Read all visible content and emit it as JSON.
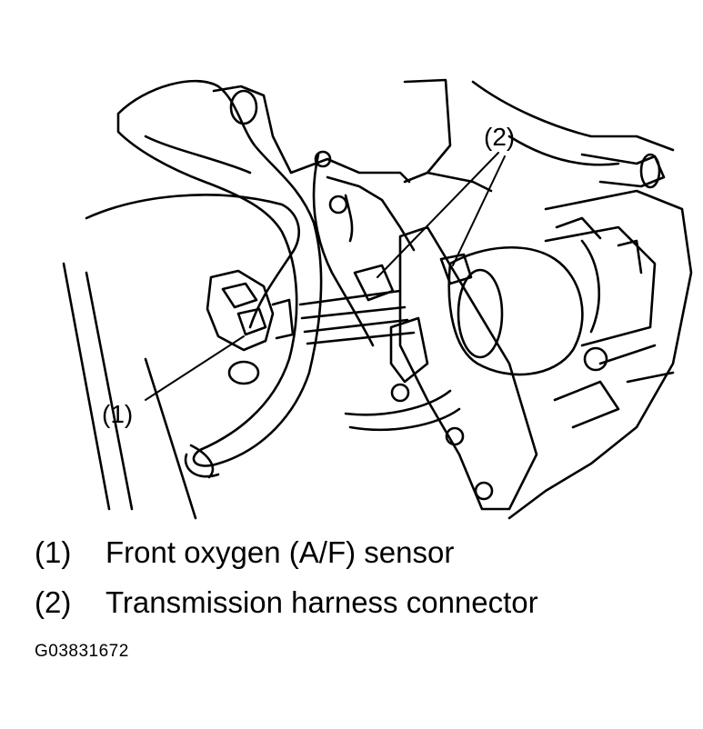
{
  "figure": {
    "callouts": [
      {
        "id": "1",
        "label": "(1)"
      },
      {
        "id": "2",
        "label": "(2)"
      }
    ]
  },
  "legend": [
    {
      "number": "(1)",
      "text": "Front oxygen (A/F) sensor"
    },
    {
      "number": "(2)",
      "text": "Transmission harness connector"
    }
  ],
  "figure_id": "G03831672",
  "colors": {
    "line": "#000000",
    "background": "#ffffff"
  }
}
